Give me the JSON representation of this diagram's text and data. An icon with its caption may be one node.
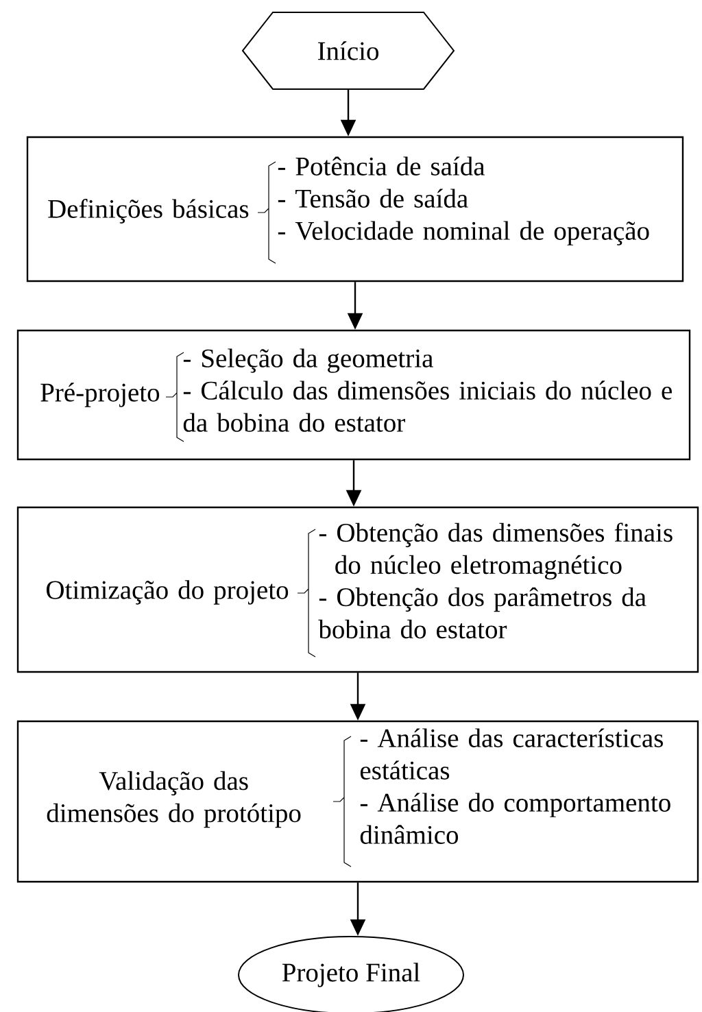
{
  "diagram": {
    "nodes": [
      {
        "text": [
          "Início"
        ]
      },
      {
        "text": [
          "Definições básicas",
          "- Potência de saída",
          "- Tensão de saída",
          "- Velocidade nominal de operação"
        ]
      },
      {
        "text": [
          "Pré-projeto",
          "- Seleção da geometria",
          "- Cálculo das dimensões iniciais do núcleo e da bobina do estator"
        ]
      },
      {
        "text": [
          "Otimização do projeto",
          "- Obtenção das dimensões finais do núcleo eletromagnético",
          "- Obtenção dos parâmetros da bobina do estator"
        ]
      },
      {
        "text": [
          "Validação das dimensões do protótipo",
          "- Análise das características estáticas",
          "- Análise do comportamento dinâmico"
        ]
      },
      {
        "text": [
          "Projeto Final"
        ]
      }
    ],
    "edges": [
      {
        "from": 0,
        "to": 1,
        "arrow": "to"
      },
      {
        "from": 1,
        "to": 2,
        "arrow": "to"
      },
      {
        "from": 2,
        "to": 3,
        "arrow": "to"
      },
      {
        "from": 3,
        "to": 4,
        "arrow": "to"
      },
      {
        "from": 4,
        "to": 5,
        "arrow": "to"
      }
    ]
  }
}
